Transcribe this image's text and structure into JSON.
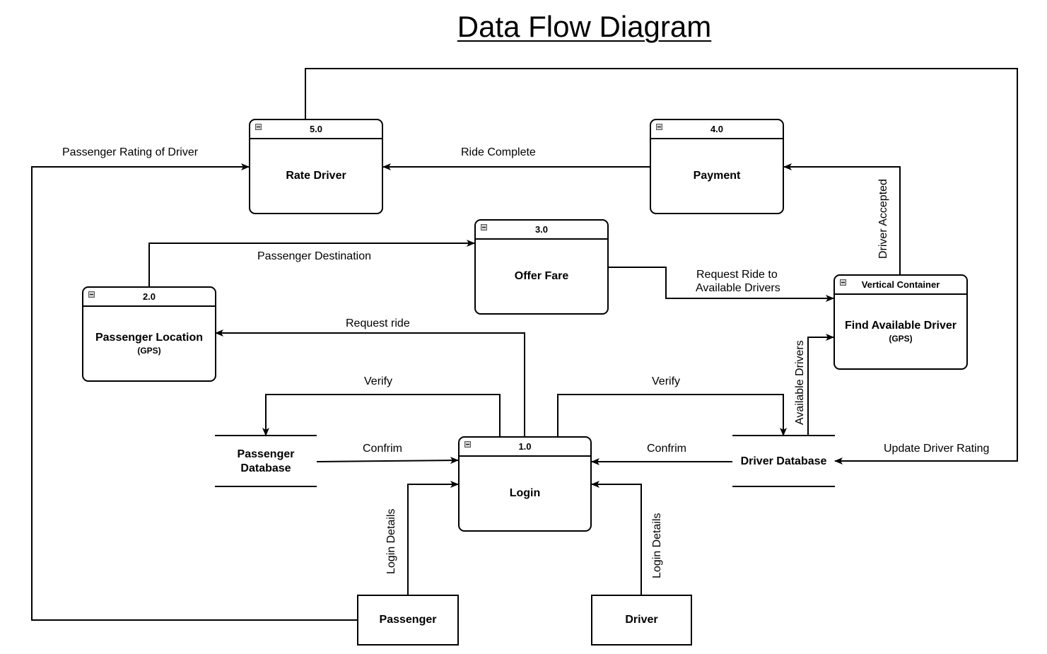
{
  "title": "Data Flow Diagram",
  "processes": {
    "rate_driver": {
      "number": "5.0",
      "name": "Rate Driver"
    },
    "payment": {
      "number": "4.0",
      "name": "Payment"
    },
    "offer_fare": {
      "number": "3.0",
      "name": "Offer Fare"
    },
    "passenger_location": {
      "number": "2.0",
      "name": "Passenger Location",
      "sub": "(GPS)"
    },
    "find_driver": {
      "number": "Vertical Container",
      "name": "Find Available Driver",
      "sub": "(GPS)"
    },
    "login": {
      "number": "1.0",
      "name": "Login"
    }
  },
  "entities": {
    "passenger": "Passenger",
    "driver": "Driver"
  },
  "stores": {
    "passenger_db_line1": "Passenger",
    "passenger_db_line2": "Database",
    "driver_db": "Driver Database"
  },
  "flows": {
    "passenger_rating": "Passenger Rating of Driver",
    "ride_complete": "Ride Complete",
    "driver_accepted": "Driver Accepted",
    "passenger_destination": "Passenger Destination",
    "request_ride_line1": "Request Ride to",
    "request_ride_line2": "Available Drivers",
    "request_ride": "Request ride",
    "verify_passenger": "Verify",
    "verify_driver": "Verify",
    "available_drivers": "Available Drivers",
    "confirm_passenger": "Confrim",
    "confirm_driver": "Confrim",
    "update_rating": "Update Driver Rating",
    "login_details_passenger": "Login Details",
    "login_details_driver": "Login Details"
  }
}
